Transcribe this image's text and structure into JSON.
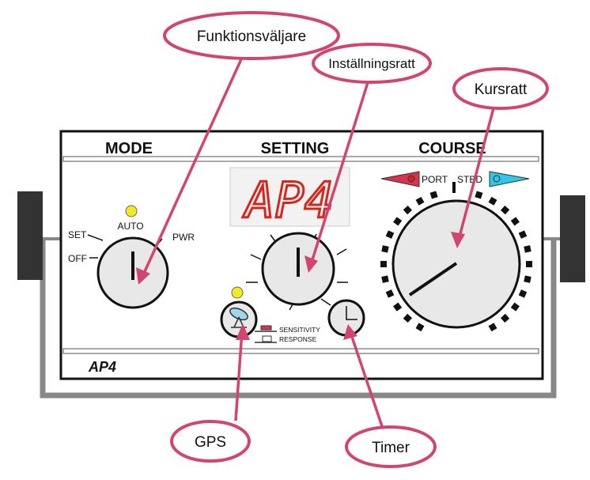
{
  "panel": {
    "headers": {
      "mode": "MODE",
      "setting": "SETTING",
      "course": "COURSE"
    },
    "model_label": "AP4",
    "display_value": "AP4",
    "mode_positions": {
      "set": "SET",
      "off": "OFF",
      "auto": "AUTO",
      "pwr": "PWR"
    },
    "course_labels": {
      "port": "PORT",
      "stbd": "STBD"
    },
    "button_labels": {
      "sensitivity": "SENSITIVITY",
      "response": "RESPONSE"
    }
  },
  "callouts": {
    "mode_selector": "Funktionsväljare",
    "setting_knob": "Inställningsratt",
    "course_knob": "Kursratt",
    "gps": "GPS",
    "timer": "Timer"
  },
  "colors": {
    "callout_border": "#d1456e",
    "indicator_led": "#f2ea1e",
    "display_digits": "#d8251c",
    "port_arrow": "#d8344f",
    "stbd_arrow": "#2ec7e8",
    "knob_fill": "#e8e8e8",
    "bracket": "#333333",
    "frame": "#888888"
  },
  "icons": [
    "satellite-dish-icon",
    "toggle-switch-icon",
    "clock-hand-icon"
  ]
}
